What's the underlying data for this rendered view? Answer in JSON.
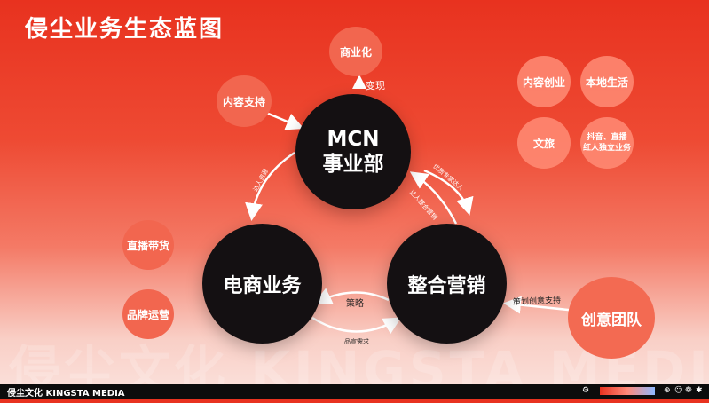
{
  "title": "侵尘业务生态蓝图",
  "nodes": {
    "mcn_line1": "MCN",
    "mcn_line2": "事业部",
    "ecommerce": "电商业务",
    "marketing": "整合营销"
  },
  "satellites": {
    "commercialization": "商业化",
    "content_support": "内容支持",
    "live_selling": "直播带货",
    "brand_ops": "品牌运营",
    "creative_team": "创意团队",
    "content_startup": "内容创业",
    "local_life": "本地生活",
    "culture_travel": "文旅",
    "douyin_line1": "抖音、直播",
    "douyin_line2": "红人独立业务"
  },
  "edge_labels": {
    "monetize": "变现",
    "influencer_resources": "达人资源",
    "quality_influencers": "优质专家达人",
    "influencer_marketing": "达人整合营销",
    "strategy": "策略",
    "product_demand": "品宣需求",
    "creative_support": "策划创意支持"
  },
  "watermark": "侵尘文化 KINGSTA MEDIA",
  "footer": {
    "brand": "侵尘文化 KINGSTA MEDIA"
  },
  "colors": {
    "primary": "#e8321f",
    "circle": "#141012",
    "pill": "#f2664f"
  }
}
